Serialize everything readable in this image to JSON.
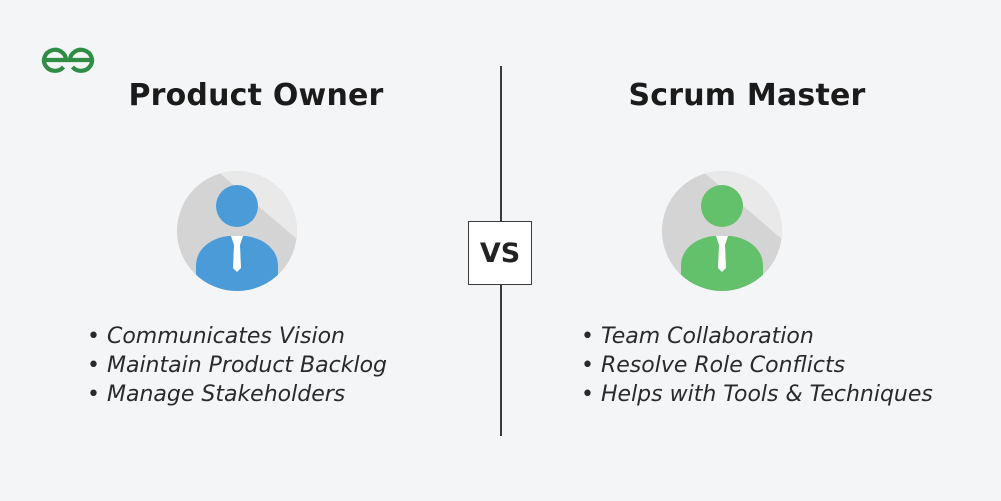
{
  "brand": {
    "name": "GeeksforGeeks",
    "logo_icon": "gfg-logo-icon",
    "color": "#2f8d46"
  },
  "vs_label": "VS",
  "roles": [
    {
      "title": "Product Owner",
      "avatar_icon": "person-avatar-icon",
      "avatar_color": "#4a9bd8",
      "points": [
        "Communicates Vision",
        "Maintain Product Backlog",
        "Manage Stakeholders"
      ]
    },
    {
      "title": "Scrum Master",
      "avatar_icon": "person-avatar-icon",
      "avatar_color": "#63c06b",
      "points": [
        "Team Collaboration",
        "Resolve Role Conflicts",
        "Helps with Tools & Techniques"
      ]
    }
  ]
}
